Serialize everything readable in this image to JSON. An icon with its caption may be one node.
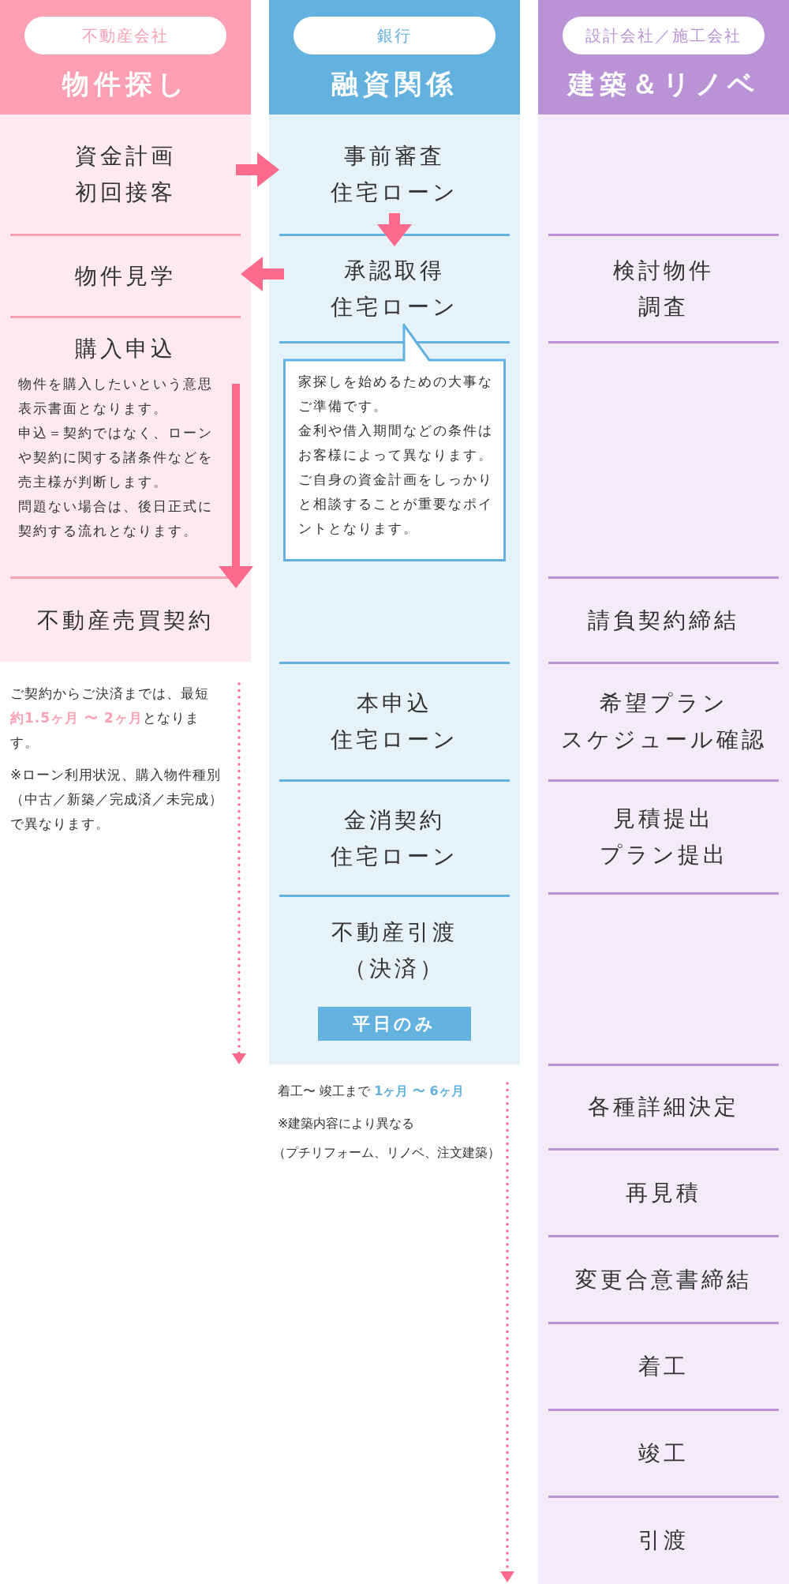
{
  "diagram": {
    "nodes": [
      {
        "text": [
          "物件探し"
        ]
      },
      {
        "text": [
          "不動産会社"
        ],
        "in": 0
      },
      {
        "text": [
          "融資関係"
        ]
      },
      {
        "text": [
          "銀行"
        ],
        "in": 2
      },
      {
        "text": [
          "建築＆リノベ"
        ]
      },
      {
        "text": [
          "設計会社／施工会社"
        ],
        "in": 4
      },
      {
        "text": [
          "資金計画",
          "初回接客"
        ]
      },
      {
        "text": [
          "物件見学"
        ]
      },
      {
        "text": [
          "購入申込",
          "物件を購入したいという意思表示書面となります。",
          "申込＝契約ではなく、ローンや契約に関する諸条件などを売主様が判断します。",
          "問題ない場合は、後日正式に契約する流れとなります。"
        ]
      },
      {
        "text": [
          "不動産売買契約"
        ]
      },
      {
        "text": [
          "事前審査",
          "住宅ローン"
        ]
      },
      {
        "text": [
          "承認取得",
          "住宅ローン"
        ]
      },
      {
        "text": [
          "家探しを始めるための大事なご準備です。",
          "金利や借入期間などの条件はお客様によって異なります。",
          "ご自身の資金計画をしっかりと相談することが重要なポイントとなります。"
        ]
      },
      {
        "text": [
          "本申込",
          "住宅ローン"
        ]
      },
      {
        "text": [
          "金消契約",
          "住宅ローン"
        ]
      },
      {
        "text": [
          "不動産引渡",
          "（決済）"
        ]
      },
      {
        "text": [
          "平日のみ"
        ],
        "in": 15
      },
      {
        "text": [
          "検討物件",
          "調査"
        ]
      },
      {
        "text": [
          "請負契約締結"
        ]
      },
      {
        "text": [
          "希望プラン",
          "スケジュール確認"
        ]
      },
      {
        "text": [
          "見積提出",
          "プラン提出"
        ]
      },
      {
        "text": [
          "各種詳細決定"
        ]
      },
      {
        "text": [
          "再見積"
        ]
      },
      {
        "text": [
          "変更合意書締結"
        ]
      },
      {
        "text": [
          "着工"
        ]
      },
      {
        "text": [
          "竣工"
        ]
      },
      {
        "text": [
          "引渡"
        ]
      }
    ],
    "edges": [
      {
        "from": 6,
        "to": 10,
        "arrow": "to"
      },
      {
        "from": 10,
        "to": 11,
        "arrow": "to"
      },
      {
        "from": 11,
        "to": 7,
        "arrow": "to"
      },
      {
        "from": 8,
        "to": 9,
        "arrow": "to"
      }
    ],
    "labels": [
      "ご契約からご決済までは、最短**約1.5ヶ月 〜 2ヶ月**となります。",
      "※ローン利用状況、購入物件種別（中古／新築／完成済／未完成）で異なります。",
      "着工〜 竣工まで **1ヶ月 〜 6ヶ月**",
      "※建築内容により異なる",
      "（プチリフォーム、リノベ、注文建築）"
    ]
  }
}
